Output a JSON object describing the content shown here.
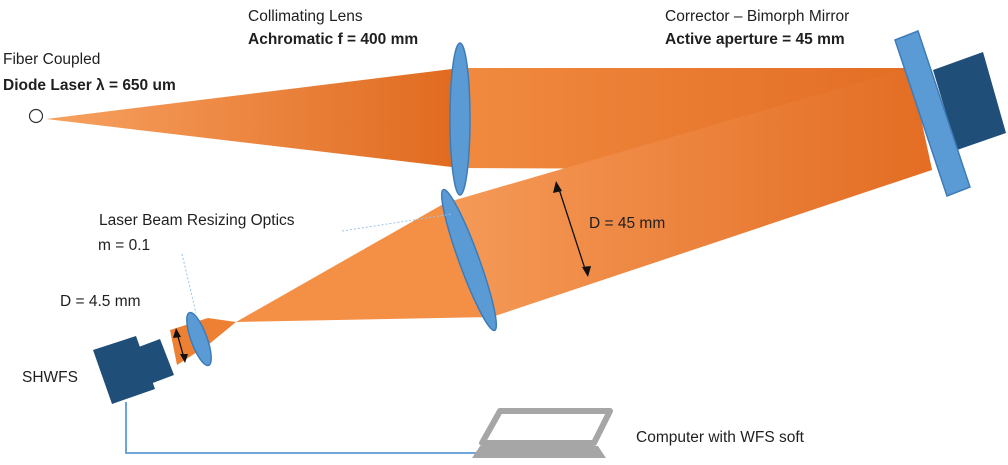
{
  "labels": {
    "source_line1": "Fiber Coupled",
    "source_line2": "Diode Laser λ = 650 um",
    "lens_line1": "Collimating Lens",
    "lens_line2": "Achromatic f = 400 mm",
    "mirror_line1": "Corrector – Bimorph Mirror",
    "mirror_line2": "Active aperture = 45 mm",
    "resize_line1": "Laser Beam Resizing Optics",
    "resize_line2": "m = 0.1",
    "beam_large": "D = 45 mm",
    "beam_small": "D = 4.5 mm",
    "sensor": "SHWFS",
    "computer": "Computer with WFS soft"
  },
  "colors": {
    "beam_dark": "#e0681f",
    "beam_light": "#f59a58",
    "optic_blue": "#5b9bd5",
    "optic_edge": "#3e7cb8",
    "housing_dark": "#1f4e79",
    "cable": "#5b9bd5",
    "laptop_frame": "#a6a6a6",
    "text": "#1f1f1f"
  }
}
